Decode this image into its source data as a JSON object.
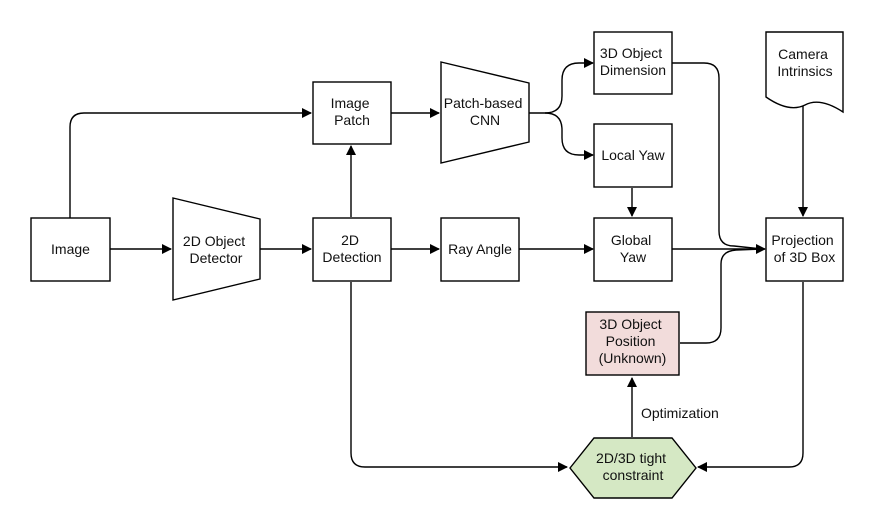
{
  "colors": {
    "line": "#000000",
    "box_fill": "#ffffff",
    "unknown_fill": "#f2dcdb",
    "constraint_fill": "#d5e8c4",
    "text": "#111111"
  },
  "nodes": {
    "image": "Image",
    "detector_2d": [
      "2D Object",
      "Detector"
    ],
    "detection_2d": [
      "2D",
      "Detection"
    ],
    "image_patch": [
      "Image",
      "Patch"
    ],
    "patch_cnn": [
      "Patch-based",
      "CNN"
    ],
    "object_dimension": [
      "3D Object",
      "Dimension"
    ],
    "local_yaw": "Local Yaw",
    "ray_angle": "Ray Angle",
    "global_yaw": [
      "Global",
      "Yaw"
    ],
    "camera_intrinsics": [
      "Camera",
      "Intrinsics"
    ],
    "projection": [
      "Projection",
      "of 3D Box"
    ],
    "object_position": [
      "3D Object",
      "Position",
      "(Unknown)"
    ],
    "constraint": [
      "2D/3D tight",
      "constraint"
    ]
  },
  "edge_labels": {
    "optimization": "Optimization"
  }
}
